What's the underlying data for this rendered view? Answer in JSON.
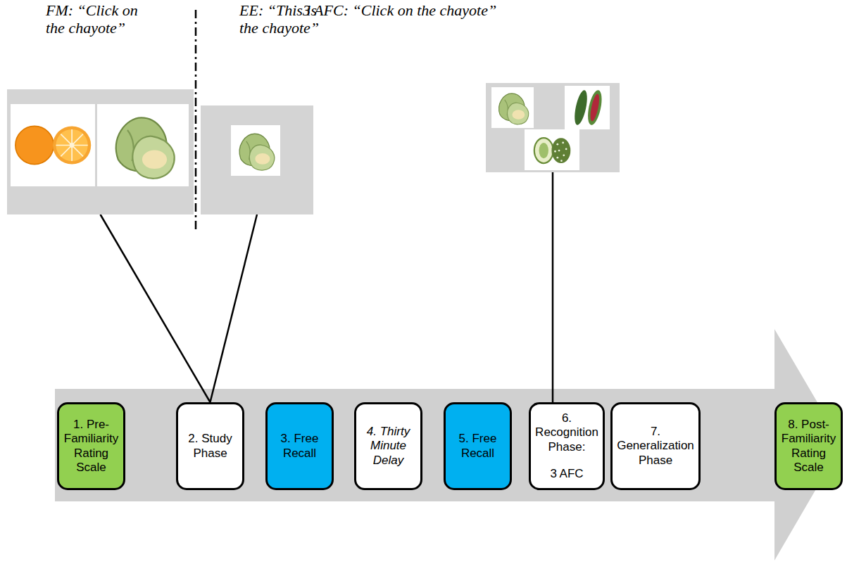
{
  "diagram": {
    "nodes": [
      {
        "text": [
          "FM: “Click on the chayote”"
        ]
      },
      {
        "text": [
          "EE: “This is the chayote”"
        ]
      },
      {
        "text": [
          "3 AFC: “Click on the chayote”"
        ]
      },
      {
        "text": [
          "1. Pre-Familiarity Rating Scale"
        ]
      },
      {
        "text": [
          "2. Study Phase"
        ]
      },
      {
        "text": [
          "3. Free Recall"
        ]
      },
      {
        "text": [
          "4. Thirty Minute Delay"
        ]
      },
      {
        "text": [
          "5. Free Recall"
        ]
      },
      {
        "text": [
          "6. Recognition Phase:",
          "3 AFC"
        ]
      },
      {
        "text": [
          "7. Generalization Phase"
        ]
      },
      {
        "text": [
          "8. Post-Familiarity Rating Scale"
        ]
      }
    ],
    "edges": [
      {
        "from": 0,
        "to": 4,
        "arrow": "none"
      },
      {
        "from": 1,
        "to": 4,
        "arrow": "none"
      },
      {
        "from": 2,
        "to": 8,
        "arrow": "none"
      }
    ]
  }
}
